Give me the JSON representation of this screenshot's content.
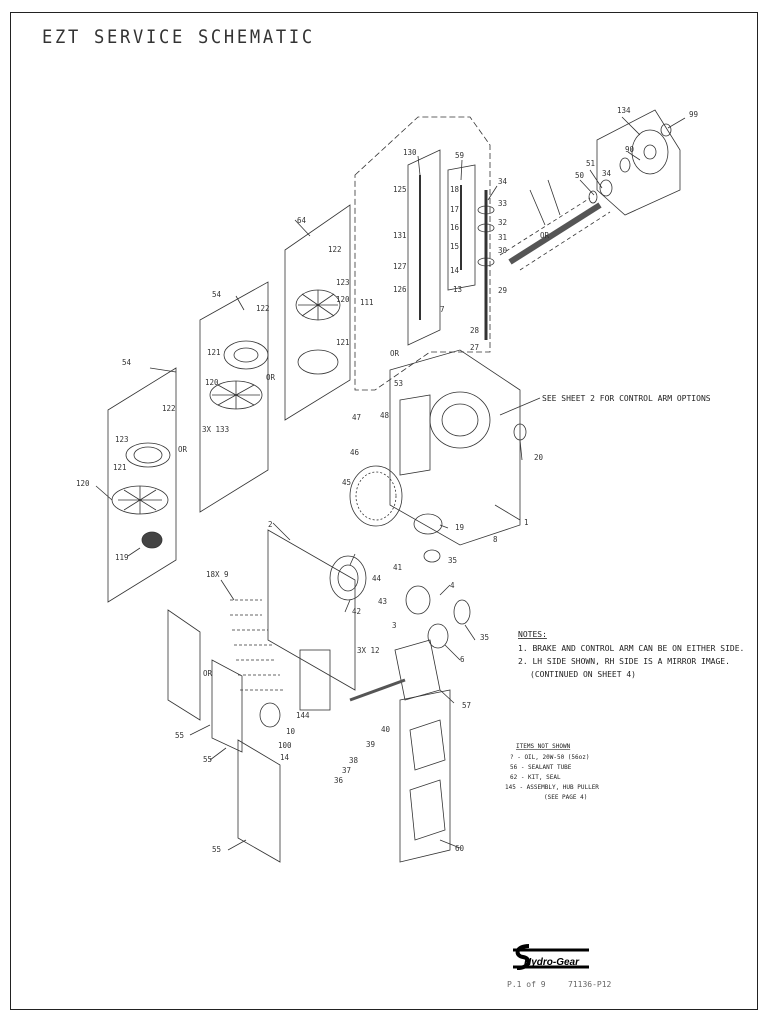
{
  "title": "EZT SERVICE SCHEMATIC",
  "callouts": {
    "c134": "134",
    "c99": "99",
    "c90": "90",
    "c34": "34",
    "c51": "51",
    "c50": "50",
    "c130": "130",
    "c59": "59",
    "c18": "18",
    "c17": "17",
    "c16": "16",
    "c15": "15",
    "c14": "14",
    "c13": "13",
    "c34b": "34",
    "c33": "33",
    "c32": "32",
    "c31": "31",
    "c30": "30",
    "c29": "29",
    "c28": "28",
    "c27": "27",
    "c7": "7",
    "c125": "125",
    "c131": "131",
    "c127": "127",
    "c126": "126",
    "c111": "111",
    "c64a": "64",
    "c122a": "122",
    "c123a": "123",
    "c120a": "120",
    "c121a": "121",
    "c54a": "54",
    "c122b": "122",
    "c121b": "121",
    "c120b": "120",
    "c3x133": "3X 133",
    "c54b": "54",
    "c122c": "122",
    "c123c": "123",
    "c121c": "121",
    "c120c": "120",
    "c119": "119",
    "c53": "53",
    "c47": "47",
    "c48": "48",
    "c46": "46",
    "c45": "45",
    "c20": "20",
    "c1": "1",
    "c19": "19",
    "c8": "8",
    "c2": "2",
    "c41": "41",
    "c44": "44",
    "c43": "43",
    "c42": "42",
    "c35a": "35",
    "c4": "4",
    "c35b": "35",
    "c6": "6",
    "c18x9": "18X 9",
    "c3x12": "3X 12",
    "c3": "3",
    "c57": "57",
    "c40": "40",
    "c39": "39",
    "c38": "38",
    "c37": "37",
    "c36": "36",
    "c55a": "55",
    "c55b": "55",
    "c55c": "55",
    "c10": "10",
    "c100": "100",
    "c14b": "14",
    "c144": "144",
    "c60": "60",
    "or1": "OR",
    "or2": "OR",
    "or3": "OR",
    "or4": "OR",
    "or5": "OR"
  },
  "annotation": "SEE SHEET 2 FOR CONTROL ARM OPTIONS",
  "notes": {
    "heading": "NOTES:",
    "line1": "1. BRAKE AND CONTROL ARM CAN BE ON EITHER SIDE.",
    "line2": "2. LH SIDE SHOWN, RH SIDE IS A MIRROR IMAGE.",
    "line3": "(CONTINUED ON SHEET 4)"
  },
  "items_not_shown": {
    "heading": "ITEMS NOT SHOWN",
    "l1": "? - OIL, 20W-50 (56oz)",
    "l2": "56 - SEALANT TUBE",
    "l3": "62 - KIT, SEAL",
    "l4": "145 - ASSEMBLY, HUB PULLER",
    "l5": "(SEE PAGE 4)"
  },
  "logo_text": "Hydro-Gear",
  "page": "P.1 of 9",
  "doc_number": "71136-P12",
  "colors": {
    "line": "#333333",
    "background": "#ffffff"
  }
}
